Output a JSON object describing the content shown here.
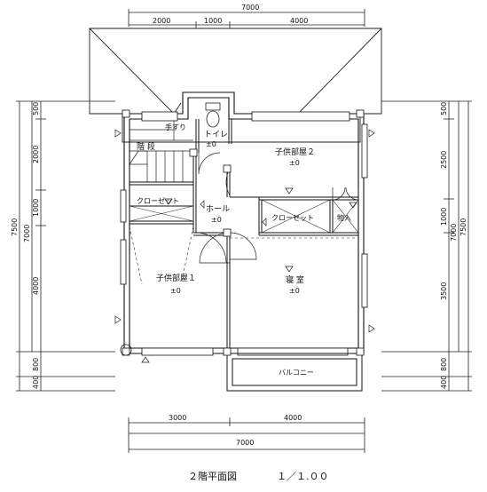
{
  "dimensions": {
    "top_total": "7000",
    "top_segments": [
      "2000",
      "1000",
      "4000"
    ],
    "bottom_segments": [
      "3000",
      "4000"
    ],
    "bottom_total": "7000",
    "left_total": "7500",
    "left_inner": "7000",
    "left_segments": [
      "500",
      "2000",
      "1000",
      "4000",
      "800",
      "400"
    ],
    "right_total": "7500",
    "right_inner": "7000",
    "right_segments": [
      "500",
      "2500",
      "1000",
      "3500",
      "800",
      "400"
    ]
  },
  "rooms": {
    "toilet": {
      "label": "トイレ",
      "level": "±0"
    },
    "child_room_2": {
      "label": "子供部屋２",
      "level": "±0"
    },
    "stairs": {
      "label": "階 段"
    },
    "handrail": {
      "label": "手すり"
    },
    "closet_left": {
      "label": "クローゼット"
    },
    "hall": {
      "label": "ホール",
      "level": "±0"
    },
    "closet_right": {
      "label": "クローゼット"
    },
    "storage": {
      "label": "物入"
    },
    "child_room_1": {
      "label": "子供部屋１",
      "level": "±0"
    },
    "bedroom": {
      "label": "寝 室",
      "level": "±0"
    },
    "balcony": {
      "label": "バルコニー"
    }
  },
  "caption": {
    "title": "２階平面図",
    "scale": "１／１.００"
  }
}
